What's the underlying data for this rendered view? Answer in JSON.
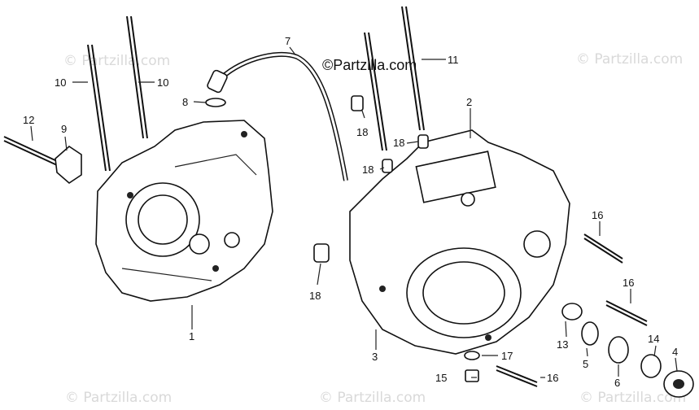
{
  "watermarks": {
    "corner": "© Partzilla.com",
    "main": "©Partzilla.com"
  },
  "callouts": [
    {
      "id": "1",
      "text": "1"
    },
    {
      "id": "2",
      "text": "2"
    },
    {
      "id": "3",
      "text": "3"
    },
    {
      "id": "4",
      "text": "4"
    },
    {
      "id": "5",
      "text": "5"
    },
    {
      "id": "6",
      "text": "6"
    },
    {
      "id": "7",
      "text": "7"
    },
    {
      "id": "8",
      "text": "8"
    },
    {
      "id": "9",
      "text": "9"
    },
    {
      "id": "10a",
      "text": "10"
    },
    {
      "id": "10b",
      "text": "10"
    },
    {
      "id": "11",
      "text": "11"
    },
    {
      "id": "12",
      "text": "12"
    },
    {
      "id": "13",
      "text": "13"
    },
    {
      "id": "14",
      "text": "14"
    },
    {
      "id": "15",
      "text": "15"
    },
    {
      "id": "16a",
      "text": "16"
    },
    {
      "id": "16b",
      "text": "16"
    },
    {
      "id": "16c",
      "text": "16"
    },
    {
      "id": "17",
      "text": "17"
    },
    {
      "id": "18a",
      "text": "18"
    },
    {
      "id": "18b",
      "text": "18"
    },
    {
      "id": "18c",
      "text": "18"
    },
    {
      "id": "18d",
      "text": "18"
    }
  ]
}
